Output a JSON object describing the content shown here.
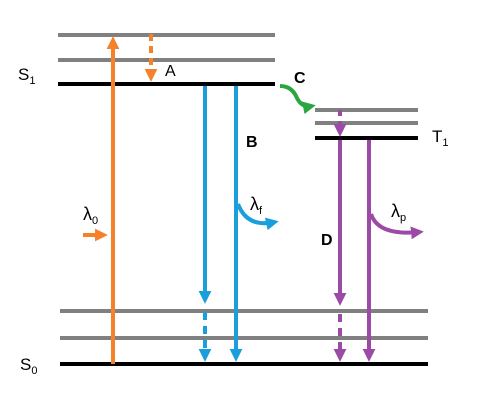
{
  "states": {
    "s1": {
      "base": "S",
      "sub": "1"
    },
    "t1": {
      "base": "T",
      "sub": "1"
    },
    "s0": {
      "base": "S",
      "sub": "0"
    }
  },
  "processes": {
    "a": "A",
    "b": "B",
    "c": "C",
    "d": "D"
  },
  "wavelengths": {
    "excitation": {
      "base": "λ",
      "sub": "0"
    },
    "fluorescence": {
      "base": "λ",
      "sub": "f"
    },
    "phosphorescence": {
      "base": "λ",
      "sub": "p"
    }
  },
  "colors": {
    "ground_level": "#000000",
    "vibrational_level": "#808080",
    "excitation": "#f5822a",
    "fluorescence": "#1b9fdc",
    "intersystem_crossing": "#2aa640",
    "phosphorescence": "#9b4aa6"
  }
}
